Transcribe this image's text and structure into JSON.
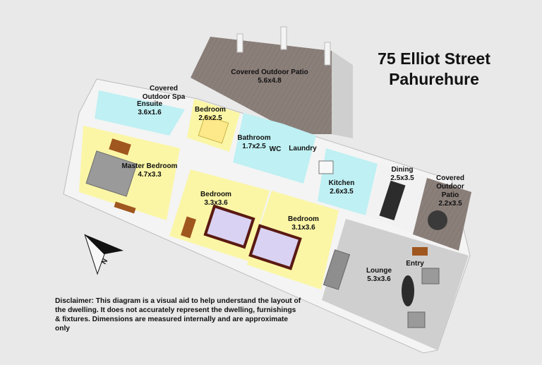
{
  "title": {
    "line1": "75 Elliot Street",
    "line2": "Pahurehure"
  },
  "rooms": {
    "covered_patio": {
      "name": "Covered Outdoor Patio",
      "size": "5.6x4.8"
    },
    "covered_spa": {
      "name": "Covered Outdoor Spa"
    },
    "ensuite": {
      "name": "Ensuite",
      "size": "3.6x1.6"
    },
    "bedroom_small": {
      "name": "Bedroom",
      "size": "2.6x2.5"
    },
    "bathroom": {
      "name": "Bathroom",
      "size": "1.7x2.5"
    },
    "wc": {
      "name": "WC"
    },
    "laundry": {
      "name": "Laundry"
    },
    "master_bedroom": {
      "name": "Master Bedroom",
      "size": "4.7x3.3"
    },
    "bedroom_mid": {
      "name": "Bedroom",
      "size": "3.3x3.6"
    },
    "bedroom_right": {
      "name": "Bedroom",
      "size": "3.1x3.6"
    },
    "kitchen": {
      "name": "Kitchen",
      "size": "2.6x3.5"
    },
    "dining": {
      "name": "Dining",
      "size": "2.5x3.5"
    },
    "covered_patio_small": {
      "name": "Covered Outdoor Patio",
      "size": "2.2x3.5"
    },
    "lounge": {
      "name": "Lounge",
      "size": "5.3x3.6"
    },
    "entry": {
      "name": "Entry"
    }
  },
  "compass": {
    "letter": "N"
  },
  "disclaimer": "Disclaimer: This diagram is a visual aid to help understand the layout of the dwelling. It does not accurately represent the dwelling, furnishings & fixtures. Dimensions are measured internally and are approximate only",
  "colors": {
    "background": "#e9e9e9",
    "wall": "#f2f2f2",
    "wall_shade": "#c9c9c9",
    "bedroom_floor": "#fbf6a6",
    "wet_floor": "#bff0f3",
    "lounge_floor": "#cfcfcf",
    "deck": "#8b7f7a",
    "bed_frame": "#5a1a12",
    "bed_sheet": "#d9d2f3",
    "furniture_wood": "#a0561f"
  }
}
